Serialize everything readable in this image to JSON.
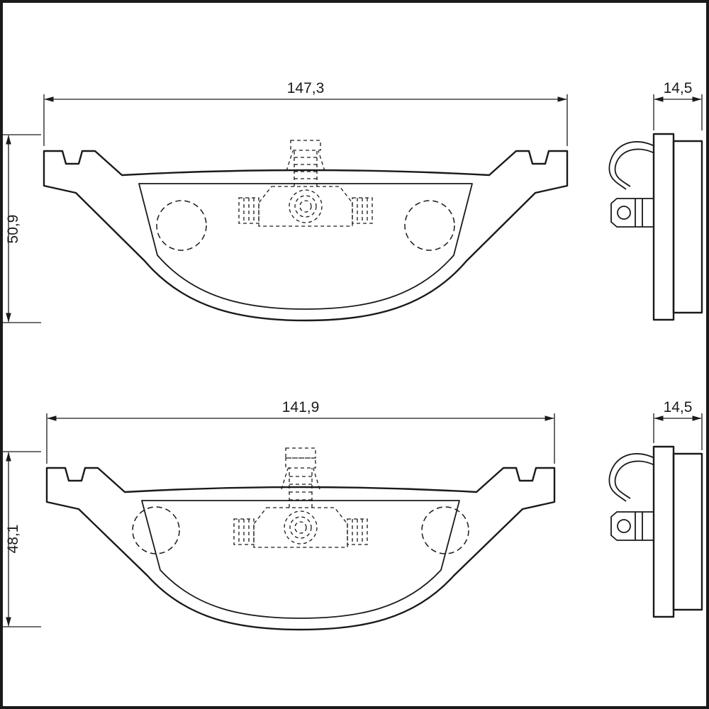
{
  "drawing": {
    "background": "#ffffff",
    "line_color": "#1a1a1a",
    "pads": [
      {
        "id": "pad-top",
        "front_width": "147,3",
        "front_height": "50,9",
        "side_thickness": "14,5"
      },
      {
        "id": "pad-bottom",
        "front_width": "141,9",
        "front_height": "48,1",
        "side_thickness": "14,5"
      }
    ]
  }
}
